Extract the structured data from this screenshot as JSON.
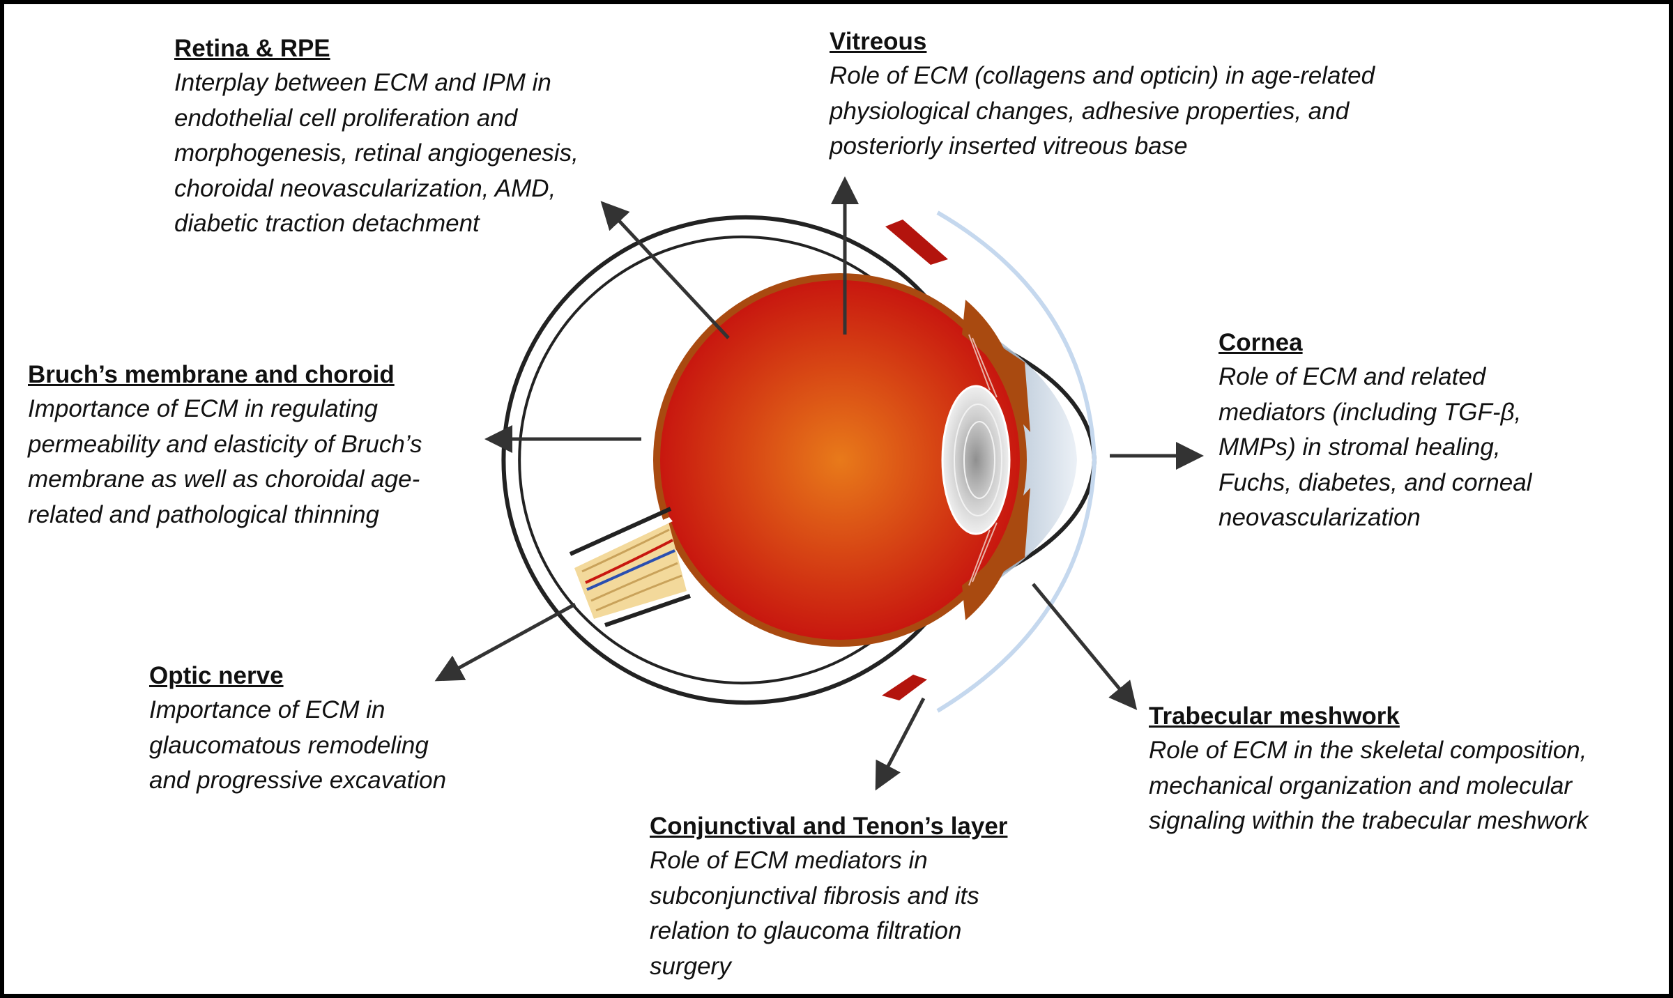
{
  "colors": {
    "frame": "#000000",
    "arrow": "#333333",
    "eyeball_center": "#e87a1a",
    "eyeball_edge": "#c8170f",
    "choroid": "#a94a10",
    "sclera_outline": "#222222",
    "muscle": "#b3140d",
    "lens": "#b8b8b8",
    "cornea_fill": "#c9d8e8"
  },
  "callouts": [
    {
      "id": "retina",
      "title": "Retina & RPE",
      "lines": [
        "Interplay between ECM and IPM in",
        "endothelial cell proliferation and",
        "morphogenesis, retinal angiogenesis,",
        "choroidal neovascularization, AMD,",
        "diabetic traction detachment"
      ]
    },
    {
      "id": "vitreous",
      "title": "Vitreous",
      "lines": [
        "Role of ECM (collagens and opticin) in age-related",
        "physiological changes, adhesive properties, and",
        "posteriorly inserted vitreous base"
      ]
    },
    {
      "id": "cornea",
      "title": "Cornea",
      "lines": [
        "Role of ECM and related",
        "mediators (including TGF-β,",
        "MMPs) in stromal healing,",
        "Fuchs, diabetes, and corneal",
        "neovascularization"
      ]
    },
    {
      "id": "bruch",
      "title": "Bruch’s membrane and choroid",
      "lines": [
        "Importance of ECM in regulating",
        "permeability and elasticity of Bruch’s",
        "membrane as well as choroidal age-",
        "related and pathological thinning"
      ]
    },
    {
      "id": "optic",
      "title": "Optic nerve",
      "lines": [
        "Importance of ECM in",
        "glaucomatous remodeling",
        "and progressive excavation"
      ]
    },
    {
      "id": "trabecular",
      "title": "Trabecular meshwork",
      "lines": [
        "Role of ECM in the skeletal composition,",
        "mechanical organization and molecular",
        "signaling within the trabecular meshwork"
      ]
    },
    {
      "id": "conjunctival",
      "title": "Conjunctival and Tenon’s layer",
      "lines": [
        "Role of ECM mediators in",
        "subconjunctival fibrosis and its",
        "relation to glaucoma filtration",
        "surgery"
      ]
    }
  ]
}
